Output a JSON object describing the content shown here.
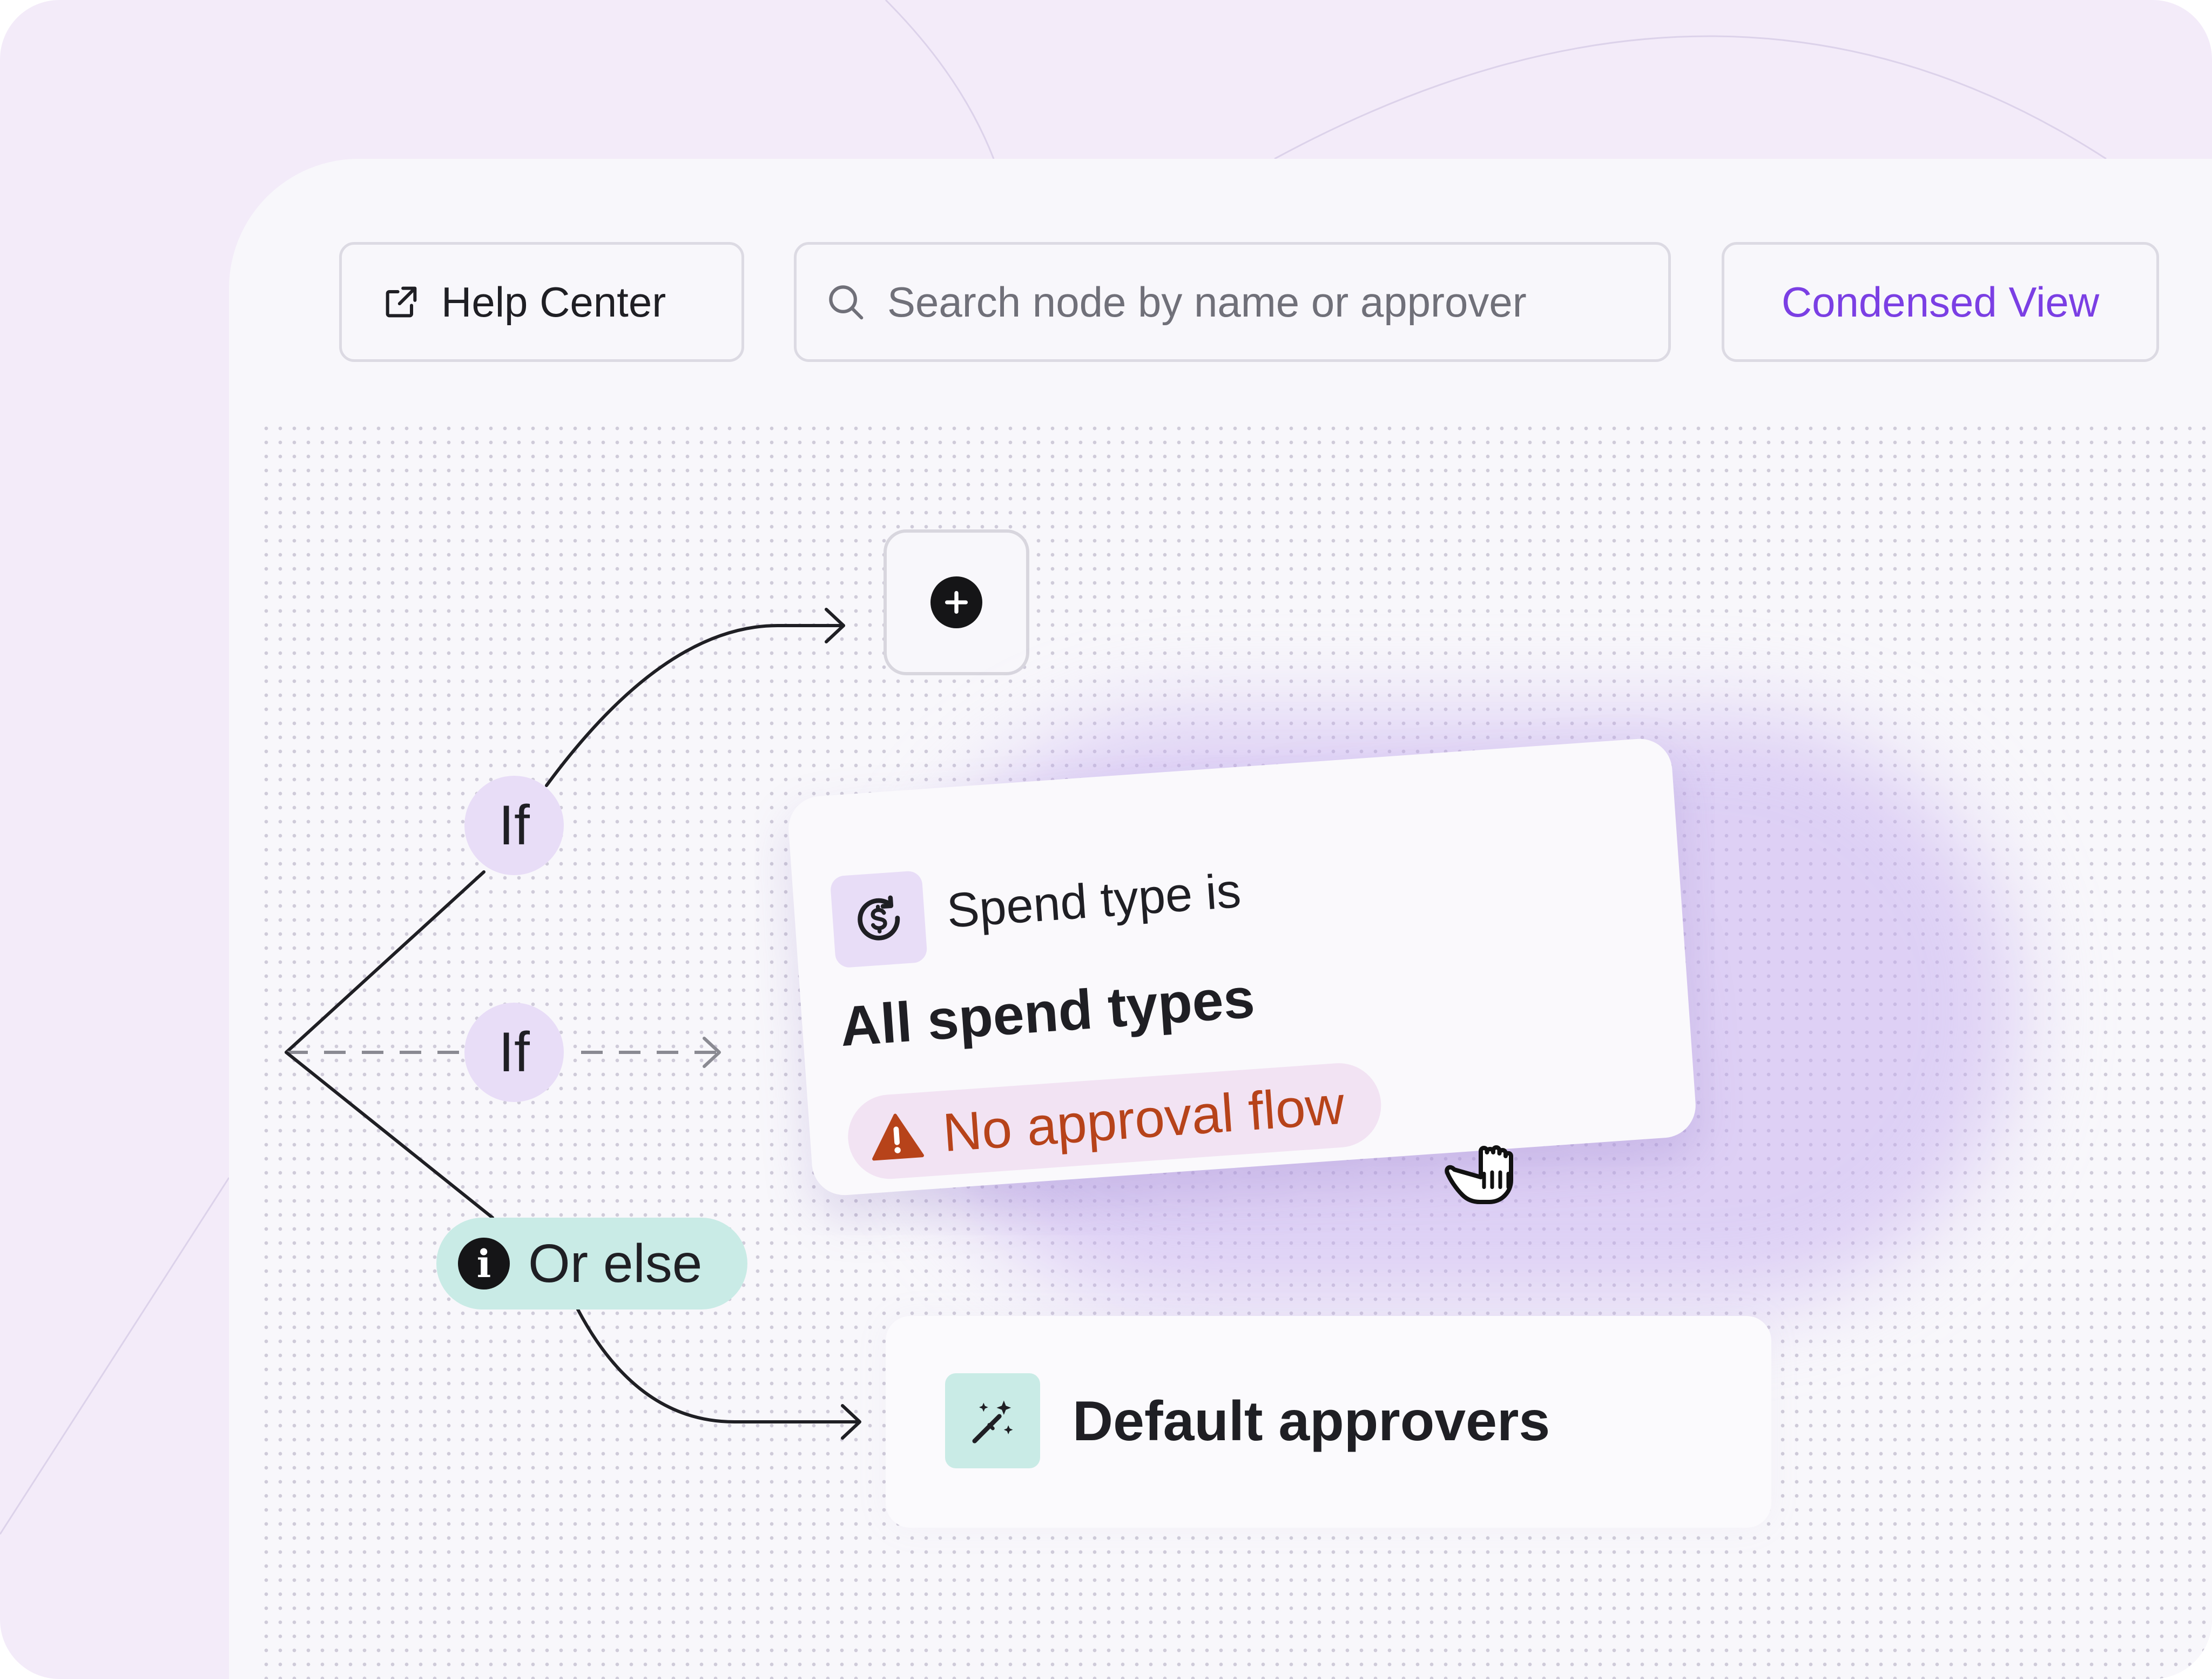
{
  "toolbar": {
    "help_label": "Help Center",
    "help_icon": "external-link-icon",
    "search_placeholder": "Search node by name or approver",
    "search_value": "",
    "search_icon": "search-icon",
    "condensed_label": "Condensed View"
  },
  "flow": {
    "add_icon": "plus-circle-icon",
    "branches": [
      {
        "label": "If"
      },
      {
        "label": "If"
      }
    ],
    "or_else": {
      "label": "Or else",
      "icon": "info-icon"
    },
    "condition_card": {
      "icon": "currency-exchange-icon",
      "title": "Spend type is",
      "value": "All spend types",
      "warning": {
        "icon": "warning-icon",
        "label": "No approval flow"
      }
    },
    "default_node": {
      "icon": "magic-wand-icon",
      "label": "Default approvers"
    },
    "cursor_icon": "grab-hand-cursor-icon"
  },
  "colors": {
    "accent_purple": "#7b3fe4",
    "if_pill": "#e8ddf7",
    "or_else_pill": "#c9ebe6",
    "warning_text": "#b7431a",
    "warning_pill": "#f2e3f3",
    "frame_bg": "#f3ebf9",
    "panel_bg": "#f8f7fb"
  }
}
